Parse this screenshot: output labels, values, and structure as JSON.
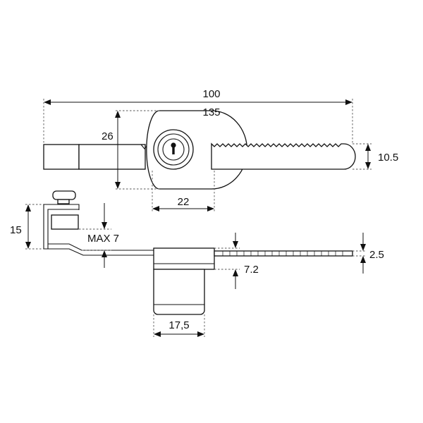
{
  "dimensions": {
    "overall_length": "100",
    "total_length": "135",
    "lock_height": "26",
    "bar_height": "10.5",
    "cylinder_width": "22",
    "bracket_height": "15",
    "max_glass": "MAX 7",
    "bar_thickness": "2.5",
    "body_thickness": "7.2",
    "cylinder_diameter": "17,5"
  },
  "colors": {
    "line": "#111111",
    "background": "#ffffff"
  }
}
